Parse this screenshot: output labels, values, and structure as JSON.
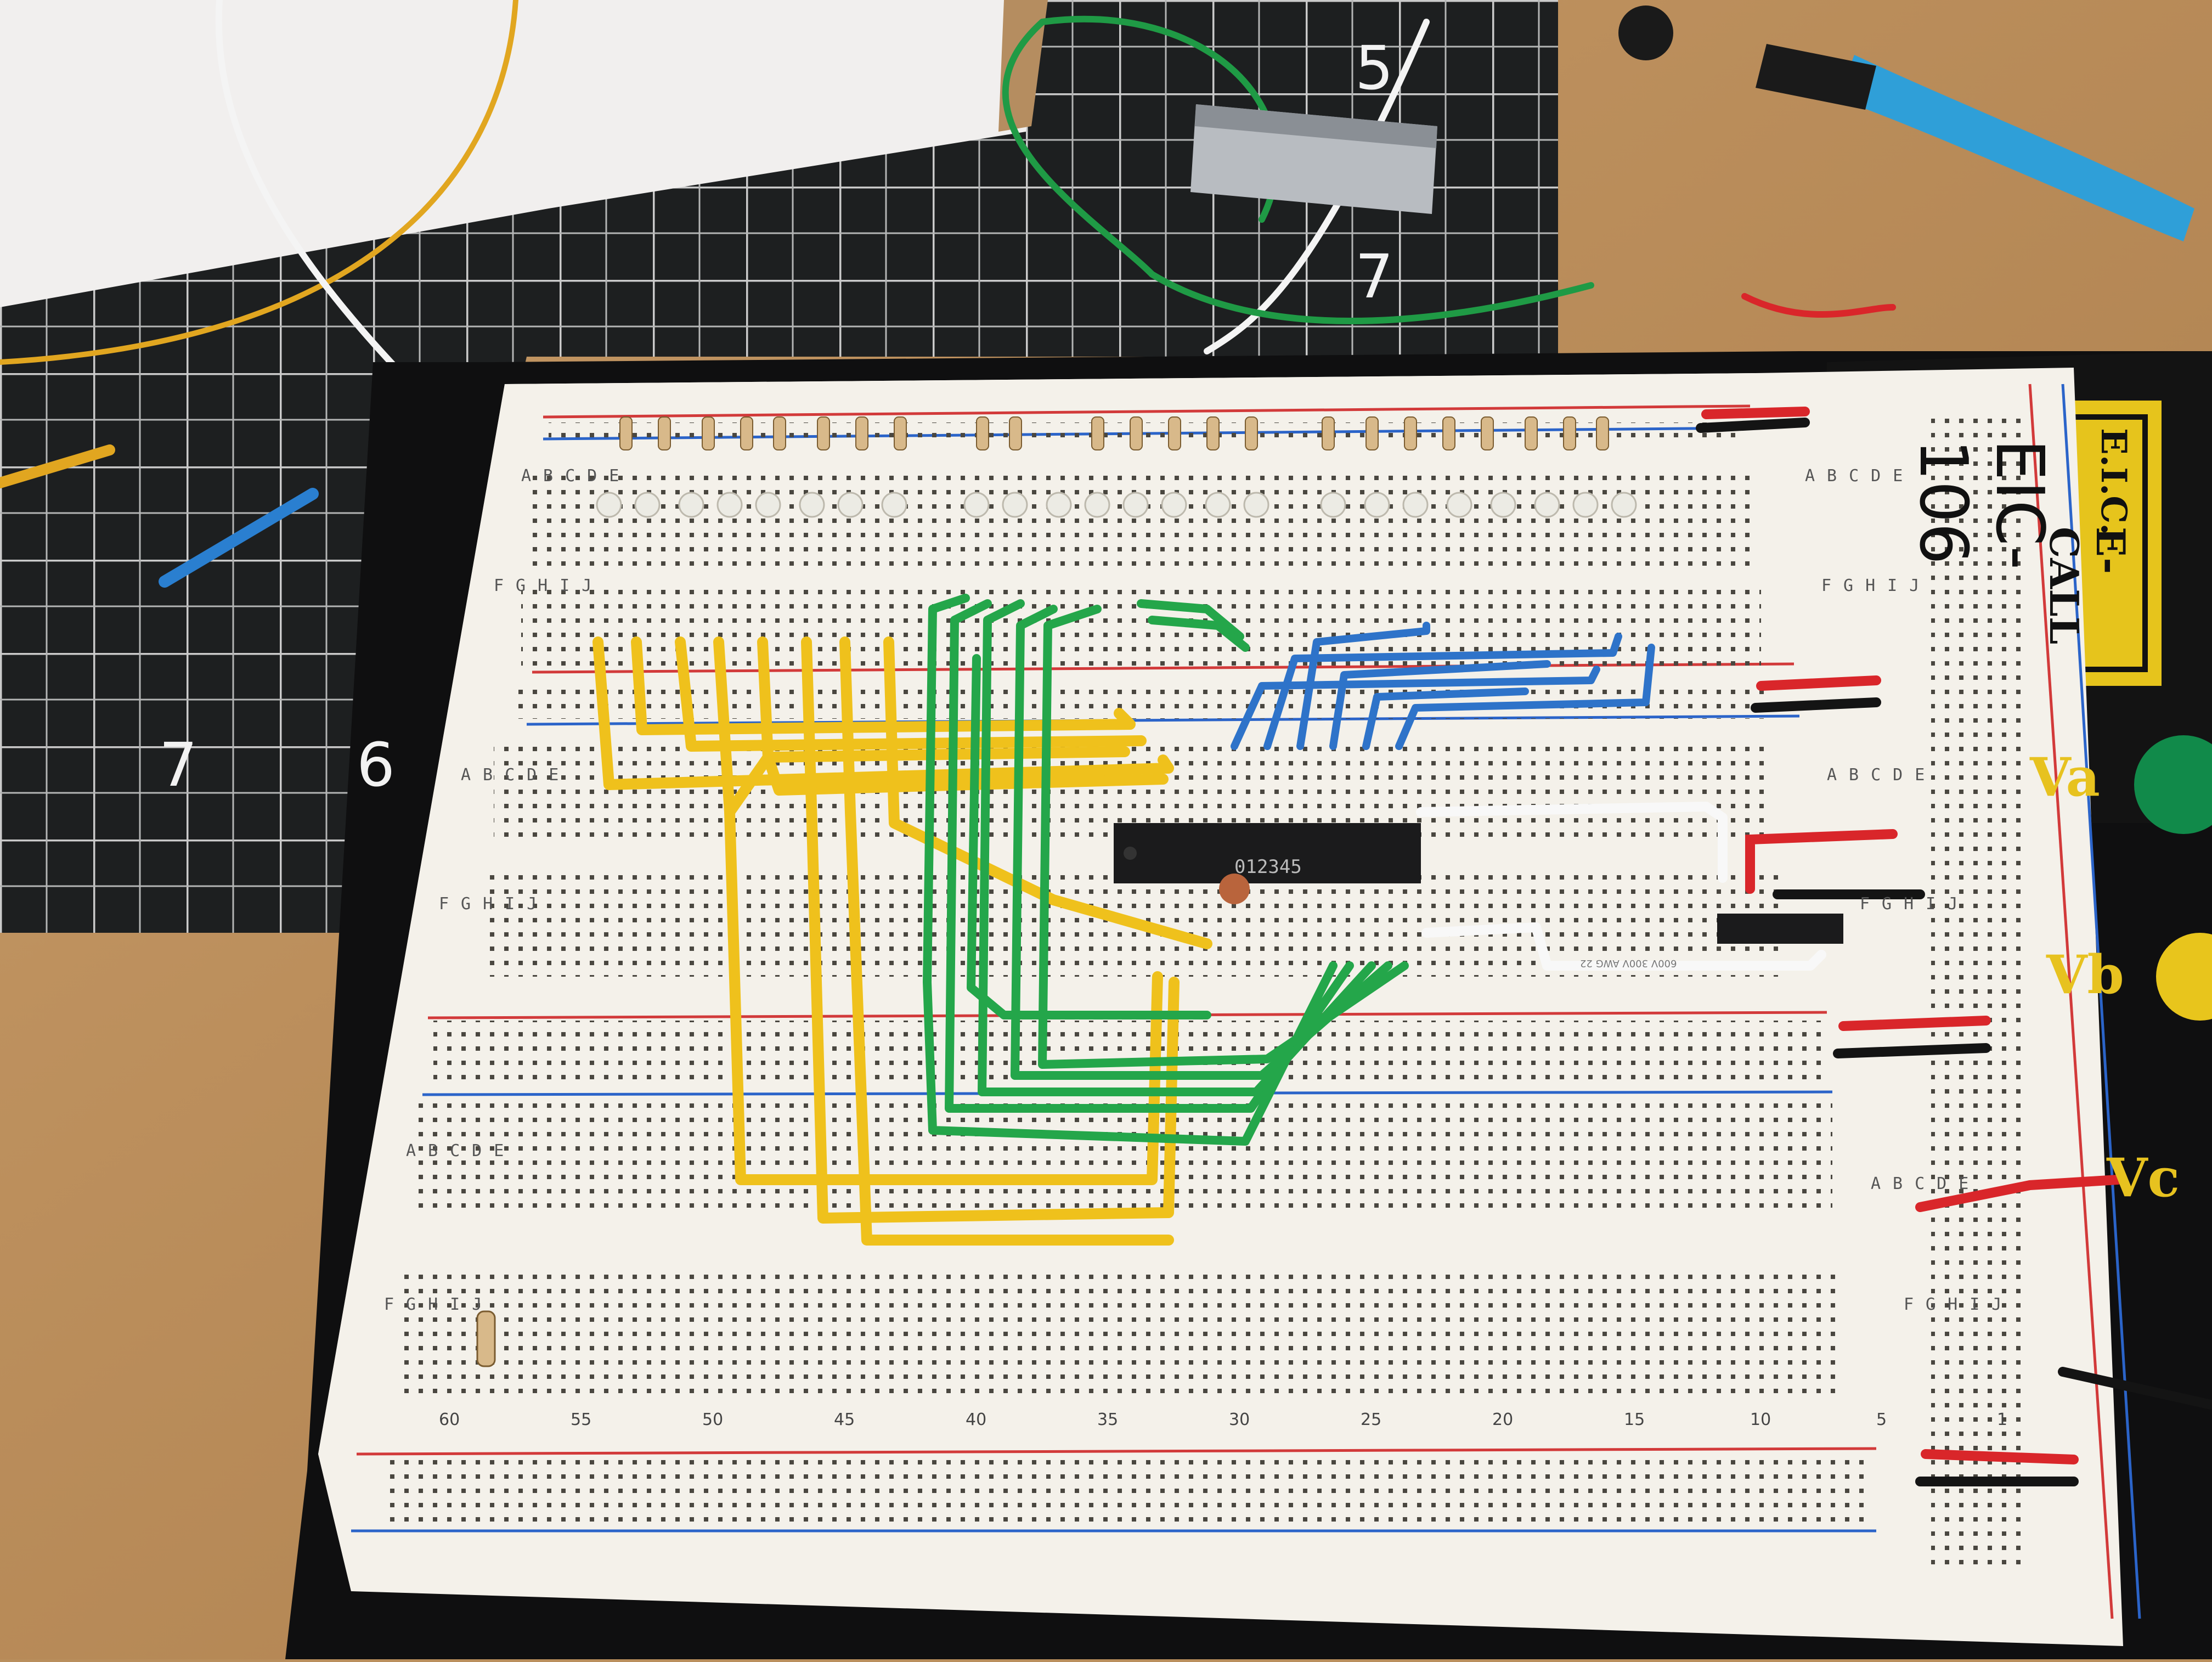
{
  "mat": {
    "ruler_numbers": [
      "7",
      "6",
      "5",
      "7"
    ]
  },
  "logo": {
    "initials": "E.I.C.",
    "brand": "E-CALL",
    "model": "EIC-106"
  },
  "terminals": {
    "labels": [
      "Va",
      "Vb",
      "Vc"
    ]
  },
  "breadboard": {
    "row_labels_top": "ABCDE",
    "row_labels_bottom": "FGHIJ",
    "column_numbers": [
      "60",
      "55",
      "50",
      "45",
      "40",
      "35",
      "30",
      "25",
      "20",
      "15",
      "10",
      "5",
      "1"
    ]
  },
  "chip": {
    "marking": "012345"
  },
  "wire_text": "600V 300V AWG 22"
}
